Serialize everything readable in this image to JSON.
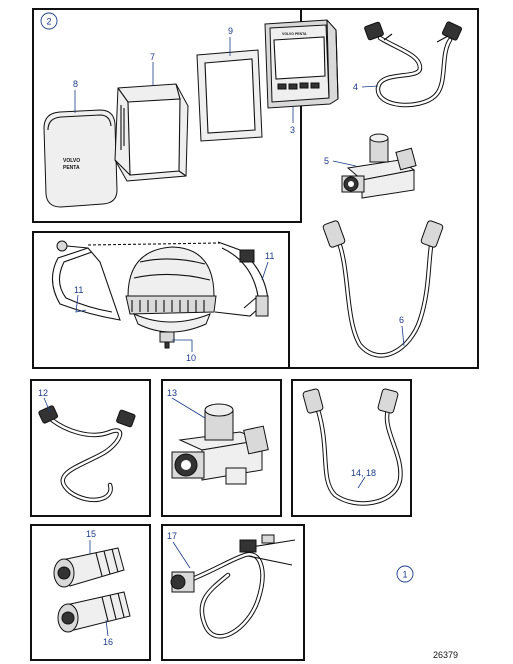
{
  "callouts": {
    "c1": "1",
    "c2": "2",
    "c3": "3",
    "c4": "4",
    "c5": "5",
    "c6": "6",
    "c7": "7",
    "c8": "8",
    "c9": "9",
    "c10": "10",
    "c11a": "11",
    "c11b": "11",
    "c12": "12",
    "c13": "13",
    "c14_18": "14, 18",
    "c15": "15",
    "c16": "16",
    "c17": "17"
  },
  "brand_text": [
    "VOLVO",
    "PENTA"
  ],
  "display_brand": "VOLVO PENTA",
  "reference_number": "26379",
  "colors": {
    "callout": "#1a3a8a",
    "line": "#111111",
    "background": "#ffffff"
  }
}
